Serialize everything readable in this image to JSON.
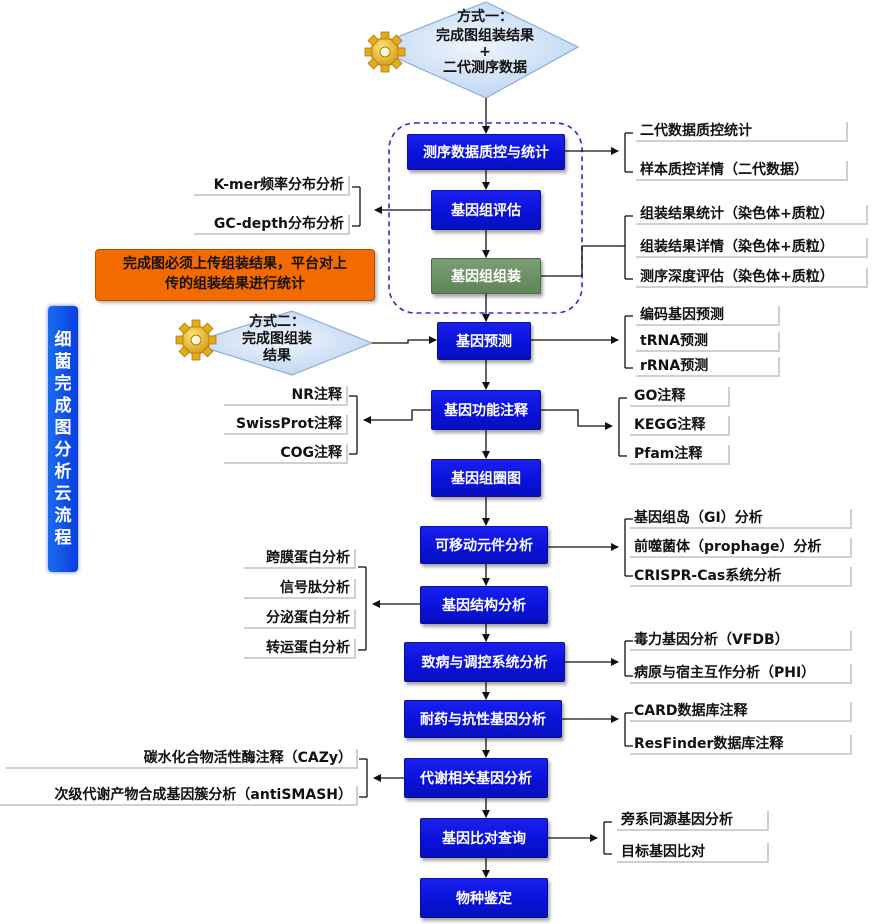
{
  "title": "细菌完成图分析云流程",
  "start1": {
    "line1": "方式一：",
    "line2": "完成图组装结果",
    "line3": "+",
    "line4": "二代测序数据"
  },
  "start2": {
    "line1": "方式二：",
    "line2": "完成图组装",
    "line3": "结果"
  },
  "note": {
    "line1": "完成图必须上传组装结果，平台对上",
    "line2": "传的组装结果进行统计"
  },
  "steps": {
    "qc": "测序数据质控与统计",
    "eval": "基因组评估",
    "assembly": "基因组组装",
    "predict": "基因预测",
    "func": "基因功能注释",
    "circos": "基因组圈图",
    "mge": "可移动元件分析",
    "struct": "基因结构分析",
    "patho": "致病与调控系统分析",
    "resist": "耐药与抗性基因分析",
    "meta": "代谢相关基因分析",
    "compare": "基因比对查询",
    "species": "物种鉴定"
  },
  "outputs": {
    "qc": [
      "二代数据质控统计",
      "样本质控详情（二代数据）"
    ],
    "eval": [
      "K-mer频率分布分析",
      "GC-depth分布分析"
    ],
    "assembly": [
      "组装结果统计（染色体+质粒）",
      "组装结果详情（染色体+质粒）",
      "测序深度评估（染色体+质粒）"
    ],
    "predict": [
      "编码基因预测",
      "tRNA预测",
      "rRNA预测"
    ],
    "func_left": [
      "NR注释",
      "SwissProt注释",
      "COG注释"
    ],
    "func_right": [
      "GO注释",
      "KEGG注释",
      "Pfam注释"
    ],
    "mge": [
      "基因组岛（GI）分析",
      "前噬菌体（prophage）分析",
      "CRISPR-Cas系统分析"
    ],
    "struct": [
      "跨膜蛋白分析",
      "信号肽分析",
      "分泌蛋白分析",
      "转运蛋白分析"
    ],
    "patho": [
      "毒力基因分析（VFDB）",
      "病原与宿主互作分析（PHI）"
    ],
    "resist": [
      "CARD数据库注释",
      "ResFinder数据库注释"
    ],
    "meta": [
      "碳水化合物活性酶注释（CAZy）",
      "次级代谢产物合成基因簇分析（antiSMASH）"
    ],
    "compare": [
      "旁系同源基因分析",
      "目标基因比对"
    ]
  },
  "colors": {
    "box": "#0a12d8",
    "assembly_box": "#5f8458",
    "note": "#f36a00",
    "diamond": "#cfe1f5",
    "dashed": "#2b2bd9"
  },
  "icons": [
    "gear-icon",
    "gear-icon"
  ]
}
